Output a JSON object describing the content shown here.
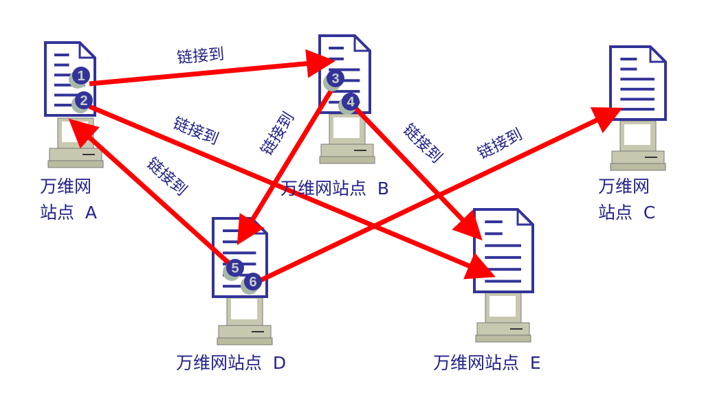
{
  "sites": [
    {
      "id": "A",
      "line1": "万维网",
      "line2": "站点  A"
    },
    {
      "id": "B",
      "line1": "万维网站点  B"
    },
    {
      "id": "C",
      "line1": "万维网",
      "line2": "站点  C"
    },
    {
      "id": "D",
      "line1": "万维网站点  D"
    },
    {
      "id": "E",
      "line1": "万维网站点  E"
    }
  ],
  "link_label": "链接到",
  "badges": [
    "1",
    "2",
    "3",
    "4",
    "5",
    "6"
  ],
  "colors": {
    "arrow": "#ff0000",
    "doc": "#333399",
    "badge": "#333399",
    "computer": "#c8c8b0"
  }
}
